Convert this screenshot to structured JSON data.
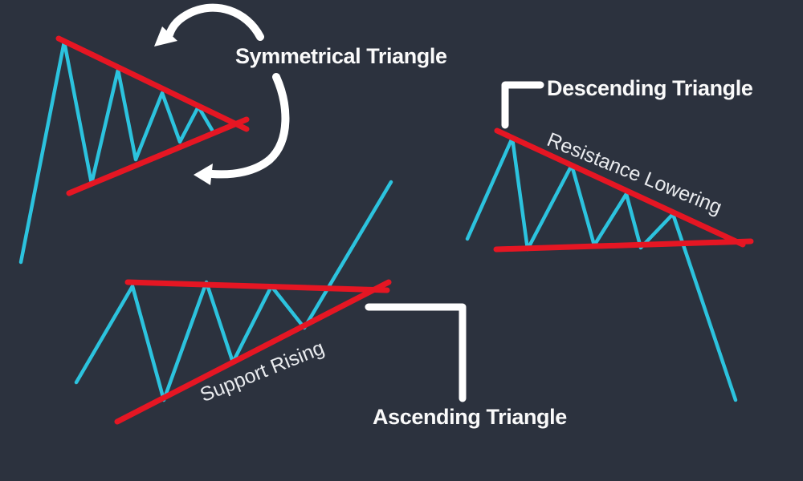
{
  "background_color": "#2c323e",
  "colors": {
    "price_line_cyan": "#2cc3de",
    "trendline_red": "#e51623",
    "label_white": "#fafafa"
  },
  "patterns": {
    "symmetrical": {
      "title": "Symmetrical Triangle",
      "description_icons": [
        "rotation-arrow-top-icon",
        "rotation-arrow-bottom-icon"
      ]
    },
    "descending": {
      "title": "Descending Triangle",
      "annotation": "Resistance Lowering"
    },
    "ascending": {
      "title": "Ascending Triangle",
      "annotation": "Support Rising"
    }
  }
}
